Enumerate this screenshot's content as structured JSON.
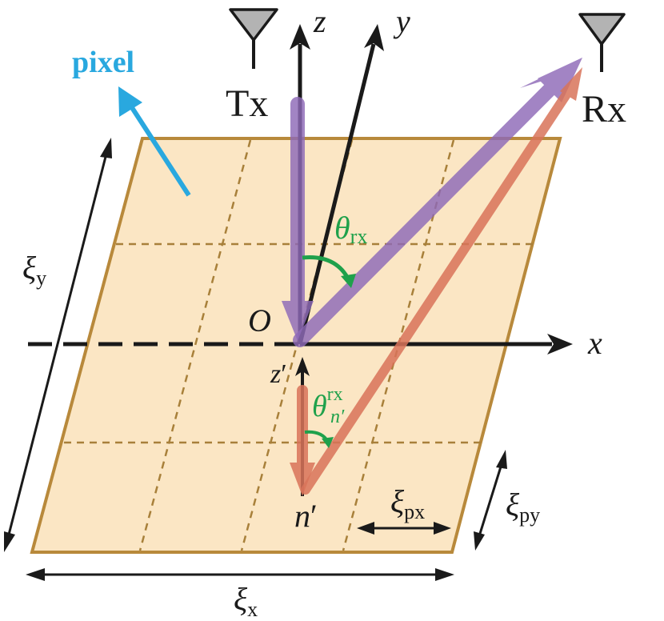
{
  "labels": {
    "pixel": "pixel",
    "tx": "Tx",
    "rx": "Rx",
    "z": "z",
    "y": "y",
    "x": "x",
    "origin": "O",
    "z_prime_base": "z",
    "z_prime_mark": "′",
    "n_prime_base": "n",
    "n_prime_mark": "′",
    "theta_rx_base": "θ",
    "theta_rx_sub": "rx",
    "theta_n_base": "θ",
    "theta_n_sup": "rx",
    "theta_n_sub": "n′",
    "xi_y_base": "ξ",
    "xi_y_sub": "y",
    "xi_x_base": "ξ",
    "xi_x_sub": "x",
    "xi_px_base": "ξ",
    "xi_px_sub": "px",
    "xi_py_base": "ξ",
    "xi_py_sub": "py"
  },
  "colors": {
    "panel_fill": "#fbe6c4",
    "panel_stroke": "#b8893b",
    "grid_dash": "#a8803a",
    "axis": "#1a1a1a",
    "incident_beam": "#8e6ab8",
    "reflected_beam": "#d9745a",
    "pixel_label": "#29a8df",
    "angle_label": "#1fa14b",
    "antenna_fill": "#b3b3b3"
  },
  "icons": {
    "tx_antenna": "antenna-icon",
    "rx_antenna": "antenna-icon"
  }
}
